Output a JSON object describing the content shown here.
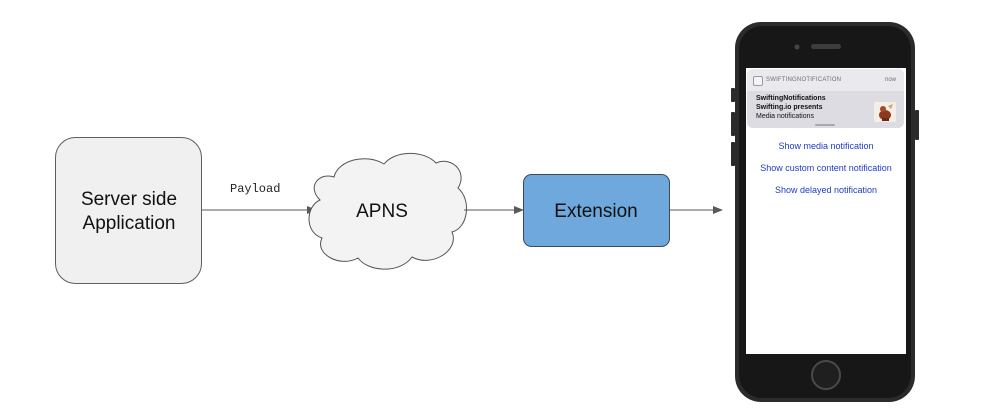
{
  "diagram": {
    "server_line1": "Server side",
    "server_line2": "Application",
    "payload_label": "Payload",
    "apns_label": "APNS",
    "extension_label": "Extension"
  },
  "colors": {
    "server_fill": "#f0f0f0",
    "cloud_fill": "#f3f3f3",
    "extension_fill": "#6fa8dc",
    "phone_body": "#2b2b2b",
    "link": "#1e3cc6"
  },
  "phone": {
    "notification": {
      "app_name": "SWIFTINGNOTIFICATION",
      "time": "now",
      "title": "SwiftingNotifications",
      "subtitle": "Swifting.io presents",
      "body": "Media notifications"
    },
    "actions": [
      "Show media notification",
      "Show custom content notification",
      "Show delayed notification"
    ]
  }
}
